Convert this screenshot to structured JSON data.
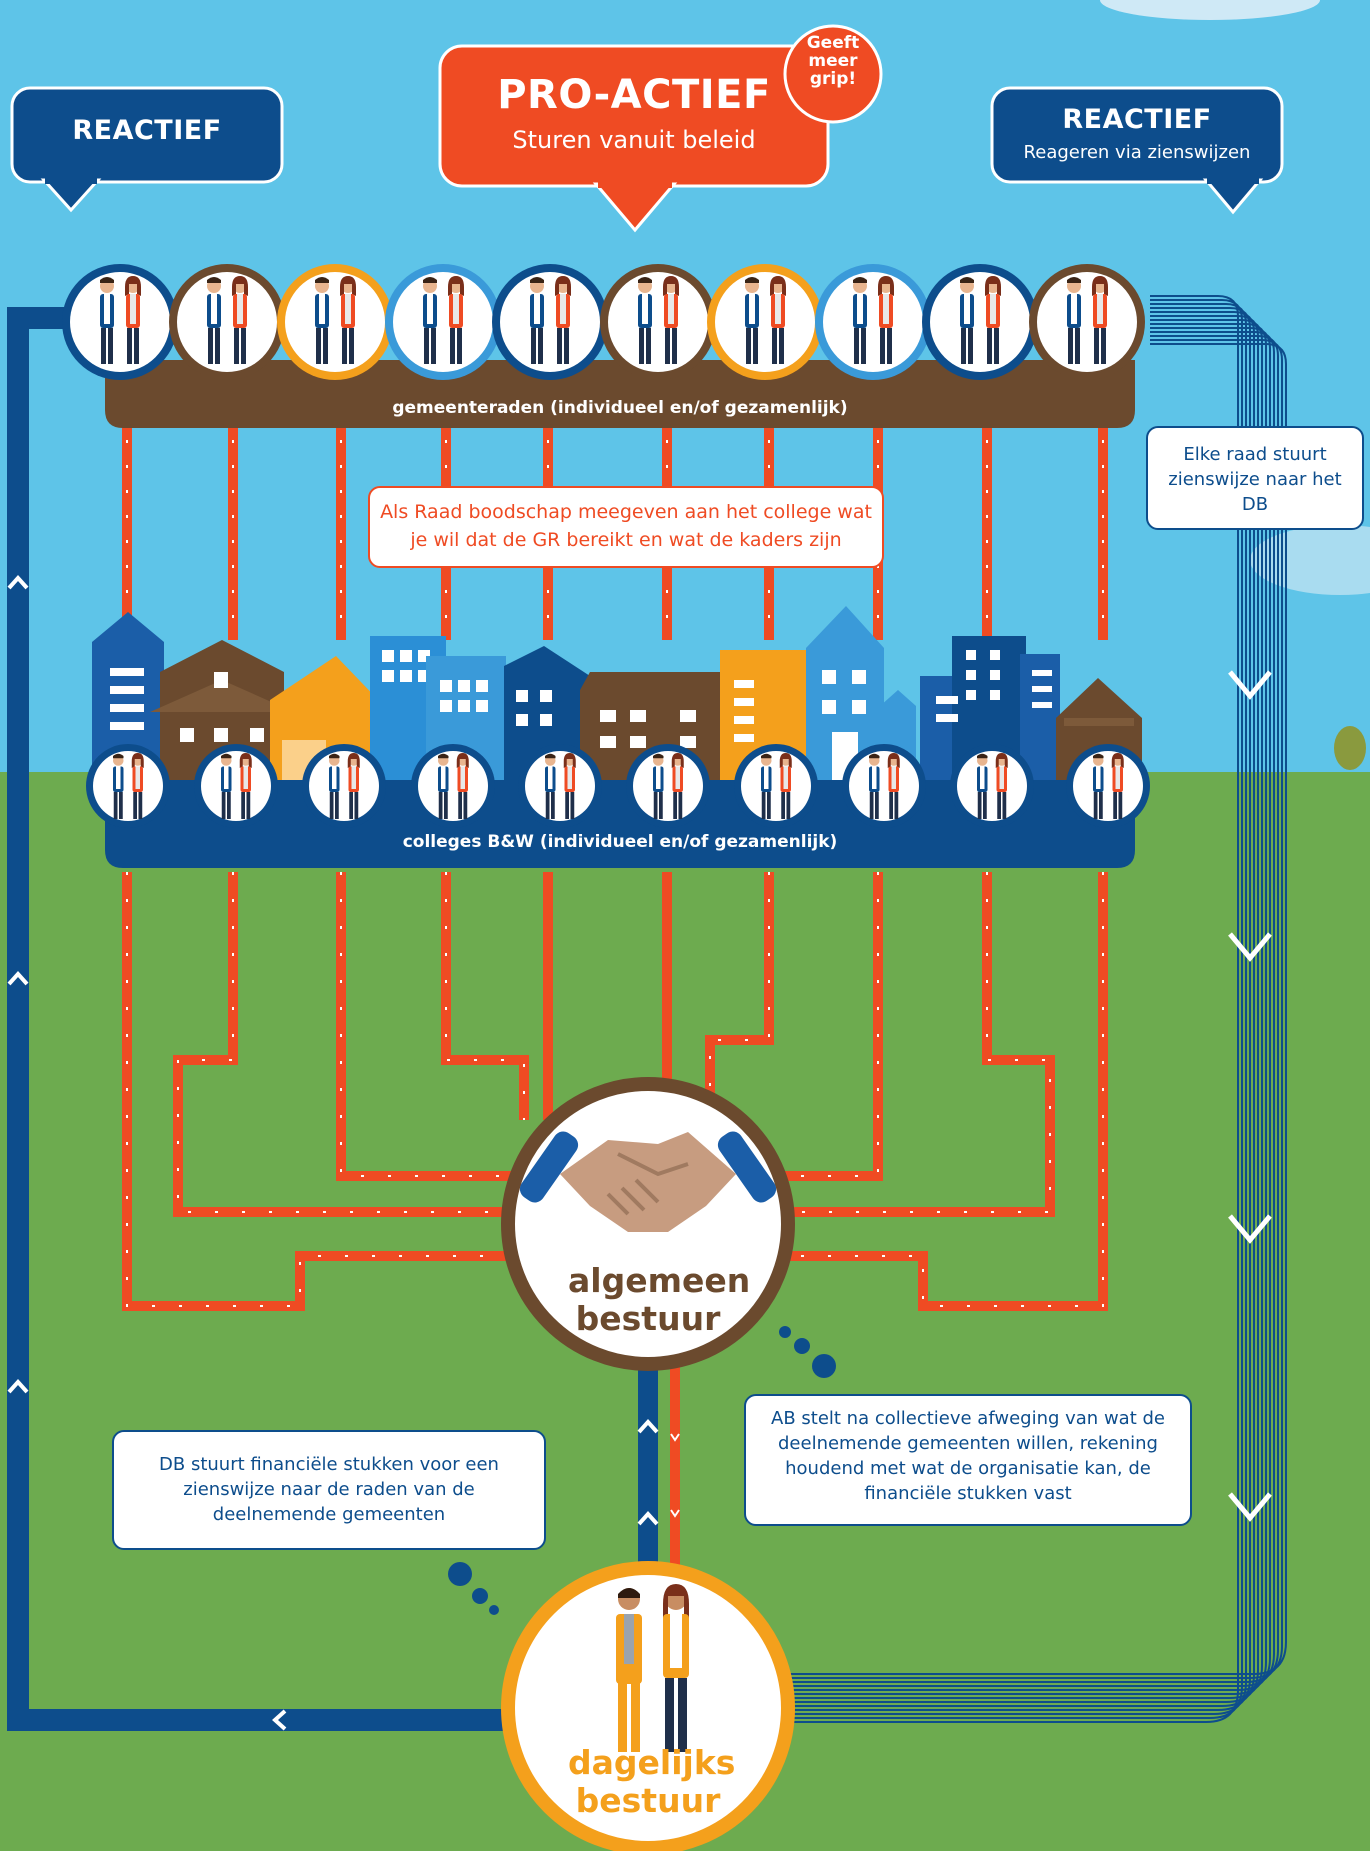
{
  "colors": {
    "sky": "#5ec4e8",
    "grass": "#6dab4f",
    "navy": "#0d4d8c",
    "brown": "#6b4a2e",
    "orange_red": "#ef4b23",
    "amber": "#f4a01c",
    "light_blue": "#3a9ad9"
  },
  "top_labels": {
    "left": {
      "title": "REACTIEF"
    },
    "center": {
      "title": "PRO-ACTIEF",
      "subtitle": "Sturen vanuit beleid",
      "badge": "Geeft meer grip!"
    },
    "right": {
      "title": "REACTIEF",
      "subtitle": "Reageren via zienswijzen"
    }
  },
  "gemeenteraden_label": "gemeenteraden (individueel en/of gezamenlijk)",
  "colleges_label": "colleges B&W (individueel en/of gezamenlijk)",
  "callouts": {
    "raad_boodschap": "Als Raad boodschap meegeven aan het college wat je wil dat de GR bereikt en wat de kaders zijn",
    "elke_raad": "Elke raad stuurt zienswijze naar het DB",
    "ab_stelt": "AB stelt na collectieve afweging van wat de deelnemende gemeenten willen, rekening houdend met wat de organisatie kan, de financiële stukken vast",
    "db_stuurt": "DB stuurt financiële stukken voor een zienswijze naar de raden van de deelnemende gemeenten"
  },
  "algemeen_bestuur_label": "algemeen bestuur",
  "dagelijks_bestuur_label": "dagelijks bestuur",
  "council_pairs": [
    {
      "icon": "council-pair-icon",
      "color": "navy"
    },
    {
      "icon": "council-pair-icon",
      "color": "brown"
    },
    {
      "icon": "council-pair-icon",
      "color": "amber"
    },
    {
      "icon": "council-pair-icon",
      "color": "light_blue"
    },
    {
      "icon": "council-pair-icon",
      "color": "navy"
    },
    {
      "icon": "council-pair-icon",
      "color": "brown"
    },
    {
      "icon": "council-pair-icon",
      "color": "amber"
    },
    {
      "icon": "council-pair-icon",
      "color": "light_blue"
    },
    {
      "icon": "council-pair-icon",
      "color": "navy"
    },
    {
      "icon": "council-pair-icon",
      "color": "brown"
    }
  ],
  "college_pairs_count": 10
}
